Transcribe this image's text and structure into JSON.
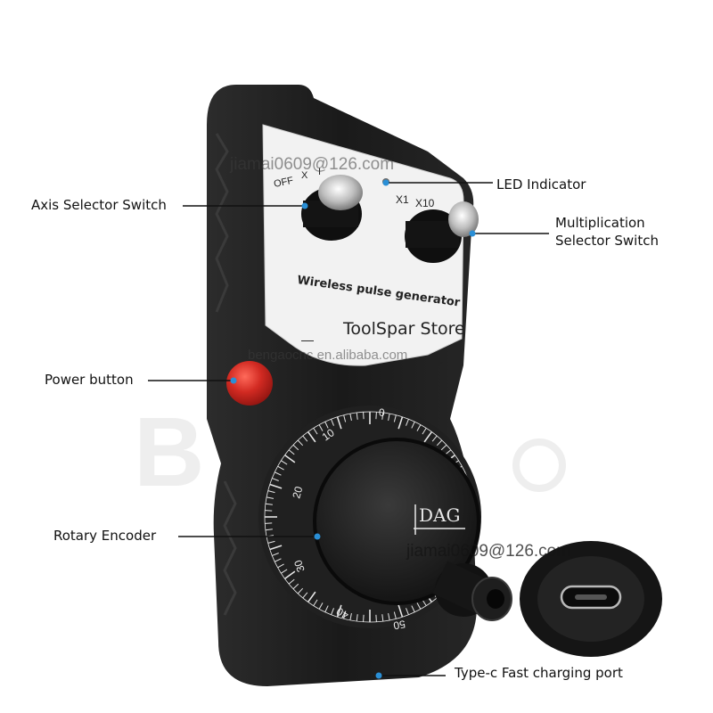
{
  "callouts": {
    "axis_selector": "Axis Selector Switch",
    "led": "LED Indicator",
    "multiplication": "Multiplication\nSelector Switch",
    "power": "Power button",
    "encoder": "Rotary Encoder",
    "typec": "Type-c Fast charging port"
  },
  "panel": {
    "product_label": "Wireless pulse generator",
    "axis_marks": [
      "OFF",
      "X",
      "I"
    ],
    "mult_marks": [
      "X1",
      "X10"
    ],
    "minus": "—",
    "plus": "+"
  },
  "dial": {
    "numbers": [
      "0",
      "10",
      "20",
      "30",
      "40",
      "50"
    ],
    "brand": "DAG"
  },
  "watermarks": {
    "email": "jiamai0609@126.com",
    "site": "bengaocnc.en.alibaba.com",
    "store": "ToolSpar Store",
    "faint_brand": "B"
  },
  "colors": {
    "body": "#1c1c1c",
    "panel": "#f2f2f2",
    "power_button": "#c8201c",
    "pointer_dot": "#2a8fd6"
  }
}
